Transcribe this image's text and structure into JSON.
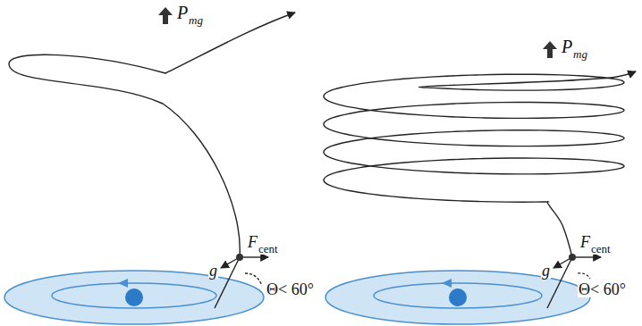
{
  "diagram": {
    "labels": [
      "P",
      "mg",
      "g",
      "F",
      "cent",
      "Θ< 60°",
      "P",
      "mg",
      "g",
      "F",
      "cent",
      "Θ< 60°"
    ]
  }
}
